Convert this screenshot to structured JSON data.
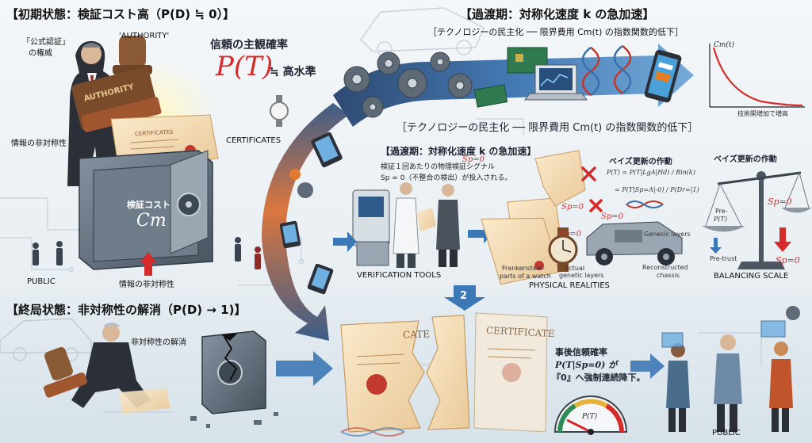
{
  "section1": {
    "title": "【初期状態：検証コスト高（P(D) ≒ 0）】",
    "authority_jp": "「公式認証」\nの権威",
    "authority_jp_line1": "「公式認証」",
    "authority_jp_line2": "の権威",
    "authority_en": "'AUTHORITY'",
    "stamp_text": "AUTHORITY",
    "belief_label": "信頼の主観確率",
    "belief_formula": "P(T)",
    "belief_suffix": "≒ 高水準",
    "certificates": "CERTIFICATES",
    "certificate_word": "CERTIFICATES",
    "asymmetry_left": "情報の非対称性",
    "cost_label": "検証コスト",
    "cost_symbol": "Cm",
    "public": "PUBLIC",
    "asymmetry_bottom": "情報の非対称性"
  },
  "section2": {
    "title": "【過渡期：対称化速度 k の急加速】",
    "subtitle": "［テクノロジーの民主化 ── 限界費用 Cm(t) の指数関数的低下］",
    "subtitle2": "［テクノロジーの民主化 ── 限界費用 Cm(t) の指数関数的低下］",
    "graph_y": "Cm(t)",
    "graph_x": "技術開増加で増高",
    "sub_title": "【過渡期：対称化速度 k の急加速】",
    "signal_line1": "検証１回あたりの物理検証シグナル",
    "signal_line2": "Sp = 0（不整合の検出）が投入される。",
    "bayes_title": "ベイズ更新の作動",
    "bayes_formula_1": "P(T) = P(T|LgA|Hd) / Bin(k)",
    "bayes_formula_2": "= P(T|Sp=A|-0) / P(Dr=|1)",
    "sp0_a": "Sp=0",
    "sp0_b": "Sp=0",
    "sp0_c": "Sp=0",
    "sp0_d": "Sp=0",
    "genesic": "Genesic layers",
    "frankenstein": "Frankenstein-\nparts of a watch",
    "frankenstein_1": "Frankenstein-",
    "frankenstein_2": "parts of a watch",
    "actual_1": "Actual",
    "actual_2": "genetic layers",
    "reconstructed_1": "Reconstructed",
    "reconstructed_2": "chassis",
    "verification_tools": "VERIFICATION TOOLS",
    "physical_realities": "PHYSICAL REALITIES",
    "scale_title": "ベイズ更新の作動",
    "scale_pre_1": "Pre-",
    "scale_pre_2": "P(T)",
    "scale_sp": "Sp=0",
    "pre_trust": "Pre-trust",
    "scale_sp2": "Sp=0",
    "balancing_scale": "BALANCING SCALE",
    "step": "2"
  },
  "section3": {
    "title": "【終局状態：非対称性の解消（P(D) → 1)】",
    "dissolve": "非対称性の解消",
    "cert_word": "CERTIFICATE",
    "cert_word_broken": "CATE",
    "posterior_1": "事後信頼確率",
    "posterior_2": "P(T|Sp=0) が",
    "posterior_3": "『0』へ強制連続降下。",
    "gauge_label": "P(T)",
    "public": "PUBLIC"
  },
  "colors": {
    "accent_red": "#d62b2b",
    "arrow_blue": "#3c78b5",
    "circuit": "#b9c8d4",
    "safe": "#5d6b78"
  }
}
